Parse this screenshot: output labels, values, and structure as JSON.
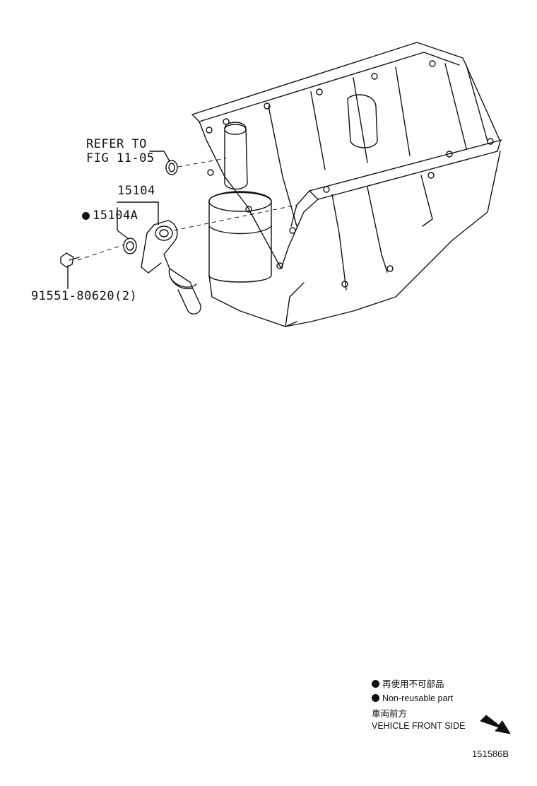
{
  "callouts": {
    "refer_line1": "REFER TO",
    "refer_line2": "FIG 11-05",
    "part_main": "15104",
    "part_seal": "15104A",
    "part_bolt": "91551-80620(2)"
  },
  "legend": {
    "non_reusable_jp": "再使用不可部品",
    "non_reusable_en": "Non-reusable part",
    "front_jp": "車両前方",
    "front_en": "VEHICLE FRONT SIDE"
  },
  "illustration_code": "151586B",
  "icons": {
    "non_reusable_marker": "filled-circle",
    "front_arrow": "arrow-down-right"
  },
  "colors": {
    "ink": "#111111",
    "paper": "#ffffff"
  }
}
